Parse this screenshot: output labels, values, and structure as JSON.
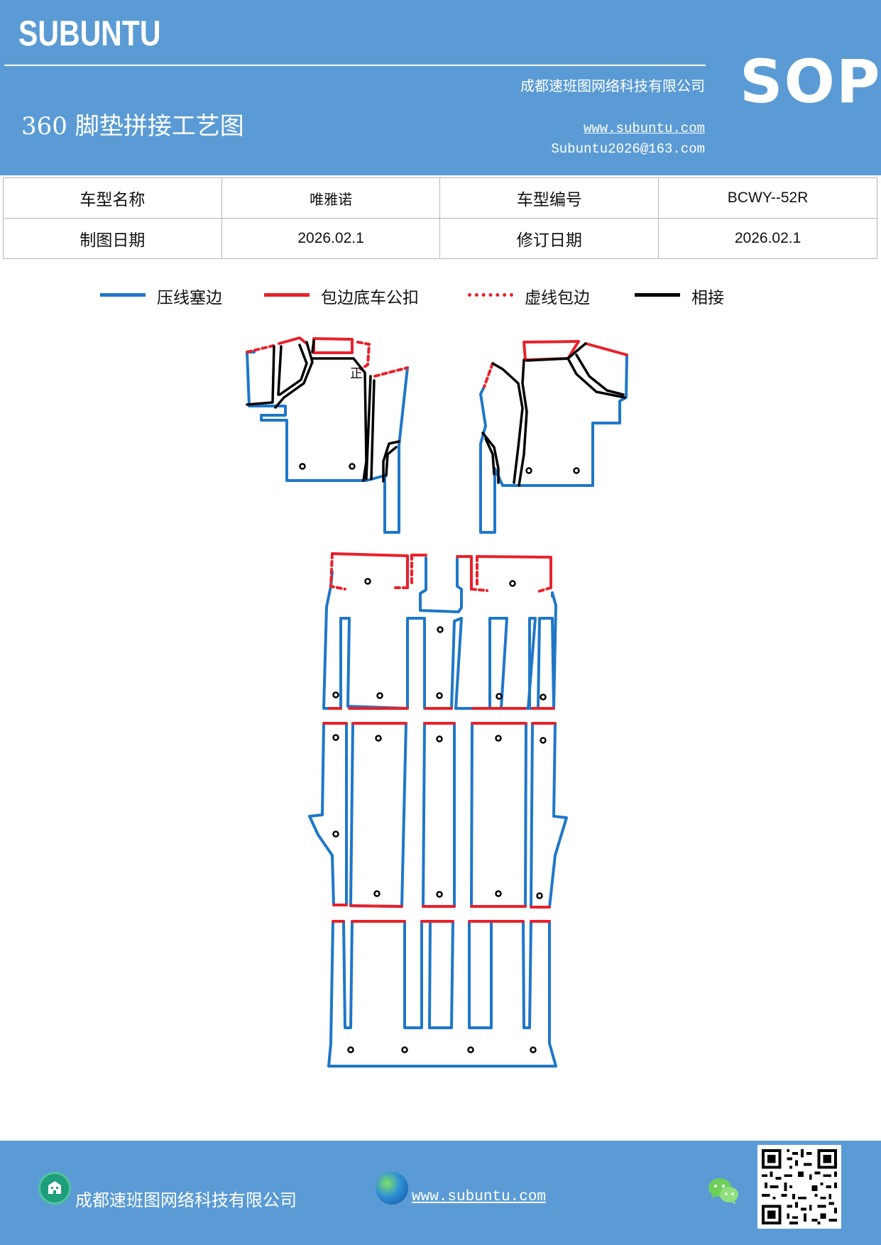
{
  "header": {
    "brand": "SUBUNTU",
    "sop": "SOP",
    "company": "成都速班图网络科技有限公司",
    "website": "www.subuntu.com",
    "email": "Subuntu2026@163.com",
    "title": "360 脚垫拼接工艺图"
  },
  "info": {
    "model_name_label": "车型名称",
    "model_name": "唯雅诺",
    "model_code_label": "车型编号",
    "model_code": "BCWY--52R",
    "draw_date_label": "制图日期",
    "draw_date": "2026.02.1",
    "revise_date_label": "修订日期",
    "revise_date": "2026.02.1"
  },
  "legend": [
    {
      "label": "压线塞边",
      "color": "#1f77c8",
      "style": "solid"
    },
    {
      "label": "包边底车公扣",
      "color": "#e8212b",
      "style": "solid"
    },
    {
      "label": "虚线包边",
      "color": "#e8212b",
      "style": "dotted"
    },
    {
      "label": "相接",
      "color": "#000000",
      "style": "solid"
    }
  ],
  "diagram": {
    "front_mark": "正"
  },
  "footer": {
    "company": "成都速班图网络科技有限公司",
    "website": "www.subuntu.com "
  },
  "colors": {
    "header_bg": "#5b9bd5",
    "blue_line": "#1f77c8",
    "red_line": "#e8212b",
    "black_line": "#000000"
  }
}
